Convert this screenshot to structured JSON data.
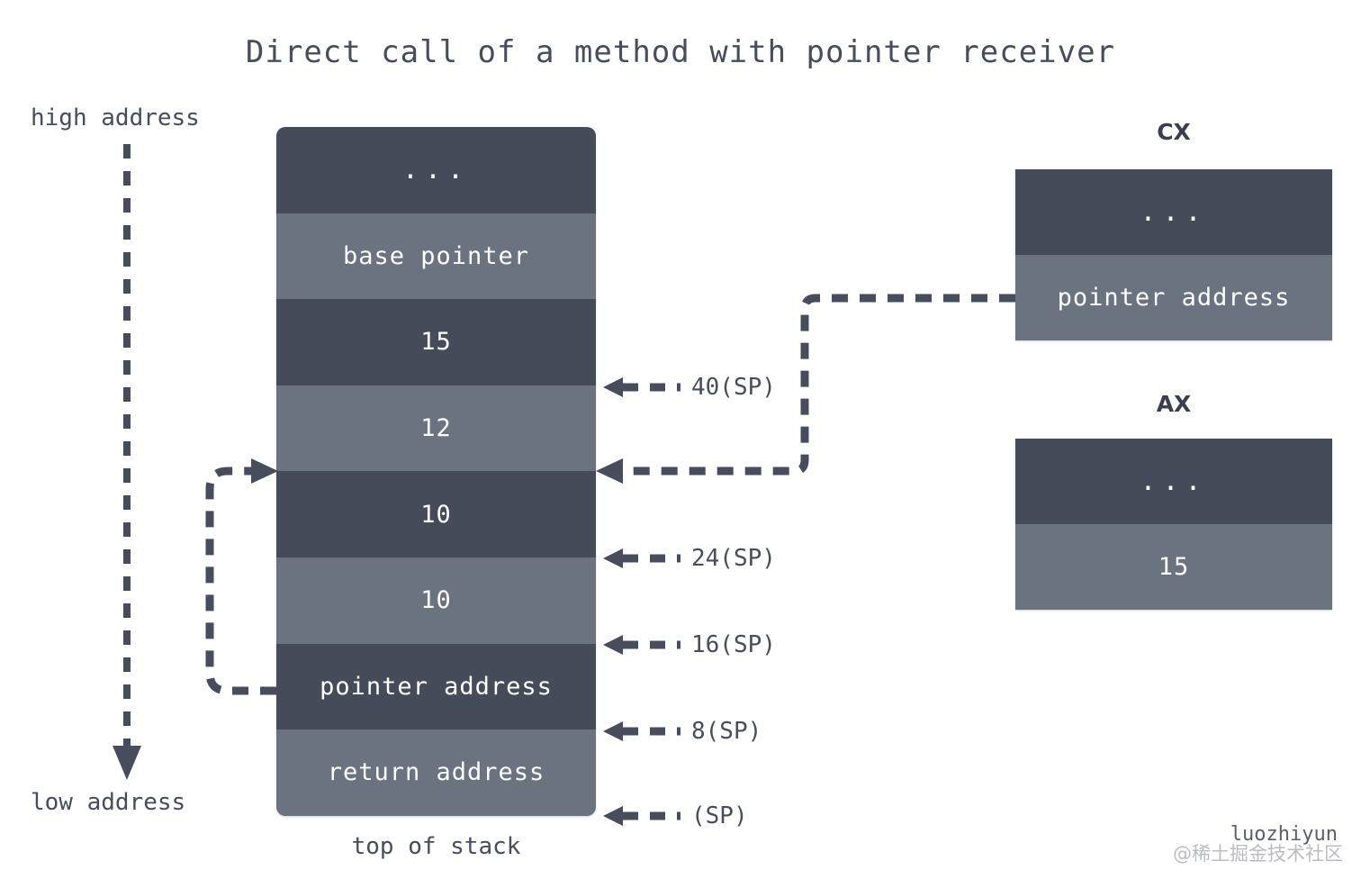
{
  "title": "Direct call of a method with pointer receiver",
  "axis": {
    "high_label": "high address",
    "low_label": "low address",
    "arrow_icon": "dashed-down-arrow-icon"
  },
  "stack": {
    "caption": "top of stack",
    "cells": [
      {
        "label": "...",
        "tone": "dark"
      },
      {
        "label": "base pointer",
        "tone": "light"
      },
      {
        "label": "15",
        "tone": "dark"
      },
      {
        "label": "12",
        "tone": "light"
      },
      {
        "label": "10",
        "tone": "dark"
      },
      {
        "label": "10",
        "tone": "light"
      },
      {
        "label": "pointer address",
        "tone": "dark"
      },
      {
        "label": "return address",
        "tone": "light"
      }
    ]
  },
  "sp_markers": [
    {
      "label": "40(SP)"
    },
    {
      "label": "24(SP)"
    },
    {
      "label": "16(SP)"
    },
    {
      "label": "8(SP)"
    },
    {
      "label": "(SP)"
    }
  ],
  "registers": [
    {
      "name": "CX",
      "cells": [
        {
          "label": "...",
          "tone": "dark"
        },
        {
          "label": "pointer address",
          "tone": "light"
        }
      ]
    },
    {
      "name": "AX",
      "cells": [
        {
          "label": "...",
          "tone": "dark"
        },
        {
          "label": "15",
          "tone": "light"
        }
      ]
    }
  ],
  "connectors": [
    {
      "name": "cx-to-stack-connector"
    },
    {
      "name": "pointer-address-to-stack-connector"
    }
  ],
  "watermark": {
    "name": "luozhiyun",
    "community": "@稀土掘金技术社区"
  },
  "colors": {
    "dark_cell": "#454b59",
    "light_cell": "#6b7280",
    "text": "#474d5c",
    "cell_text": "#ffffff",
    "background": "#ffffff"
  }
}
